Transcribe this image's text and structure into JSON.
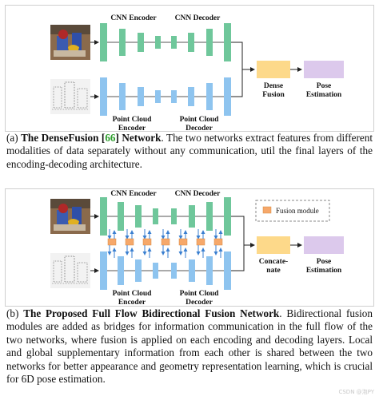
{
  "panel_a": {
    "cnn_encoder_label": "CNN Encoder",
    "cnn_decoder_label": "CNN Decoder",
    "pc_encoder_label_1": "Point Cloud",
    "pc_encoder_label_2": "Encoder",
    "pc_decoder_label_1": "Point Cloud",
    "pc_decoder_label_2": "Decoder",
    "dense_fusion_label_1": "Dense",
    "dense_fusion_label_2": "Fusion",
    "pose_label_1": "Pose",
    "pose_label_2": "Estimation"
  },
  "panel_b": {
    "cnn_encoder_label": "CNN Encoder",
    "cnn_decoder_label": "CNN Decoder",
    "pc_encoder_label_1": "Point Cloud",
    "pc_encoder_label_2": "Encoder",
    "pc_decoder_label_1": "Point Cloud",
    "pc_decoder_label_2": "Decoder",
    "concat_label_1": "Concate-",
    "concat_label_2": "nate",
    "pose_label_1": "Pose",
    "pose_label_2": "Estimation",
    "legend_label": "Fusion module"
  },
  "caption_a": {
    "prefix": "(a) ",
    "title_part1": "The DenseFusion [",
    "cite": "66",
    "title_part2": "] Network",
    "body": ". The two networks extract features from different modalities of data separately without any communication, util the final layers of the encoding-decoding architecture."
  },
  "caption_b": {
    "prefix": "(b) ",
    "title": "The Proposed Full Flow Bidirectional Fusion Network",
    "body": ". Bidirectional fusion modules are added as bridges for information communication in the full flow of the two networks, where fusion is applied on each encoding and decoding layers. Local and global supplementary information from each other is shared between the two networks for better appearance and geometry representation learning, which is crucial for 6D pose estimation."
  },
  "watermark": "CSDN @泡PY",
  "colors": {
    "cnn_block": "#6fc79b",
    "pc_block": "#8ec4ef",
    "fusion_box": "#fdd98a",
    "pose_box": "#dcc9ec",
    "fusion_module": "#f6a86a"
  }
}
